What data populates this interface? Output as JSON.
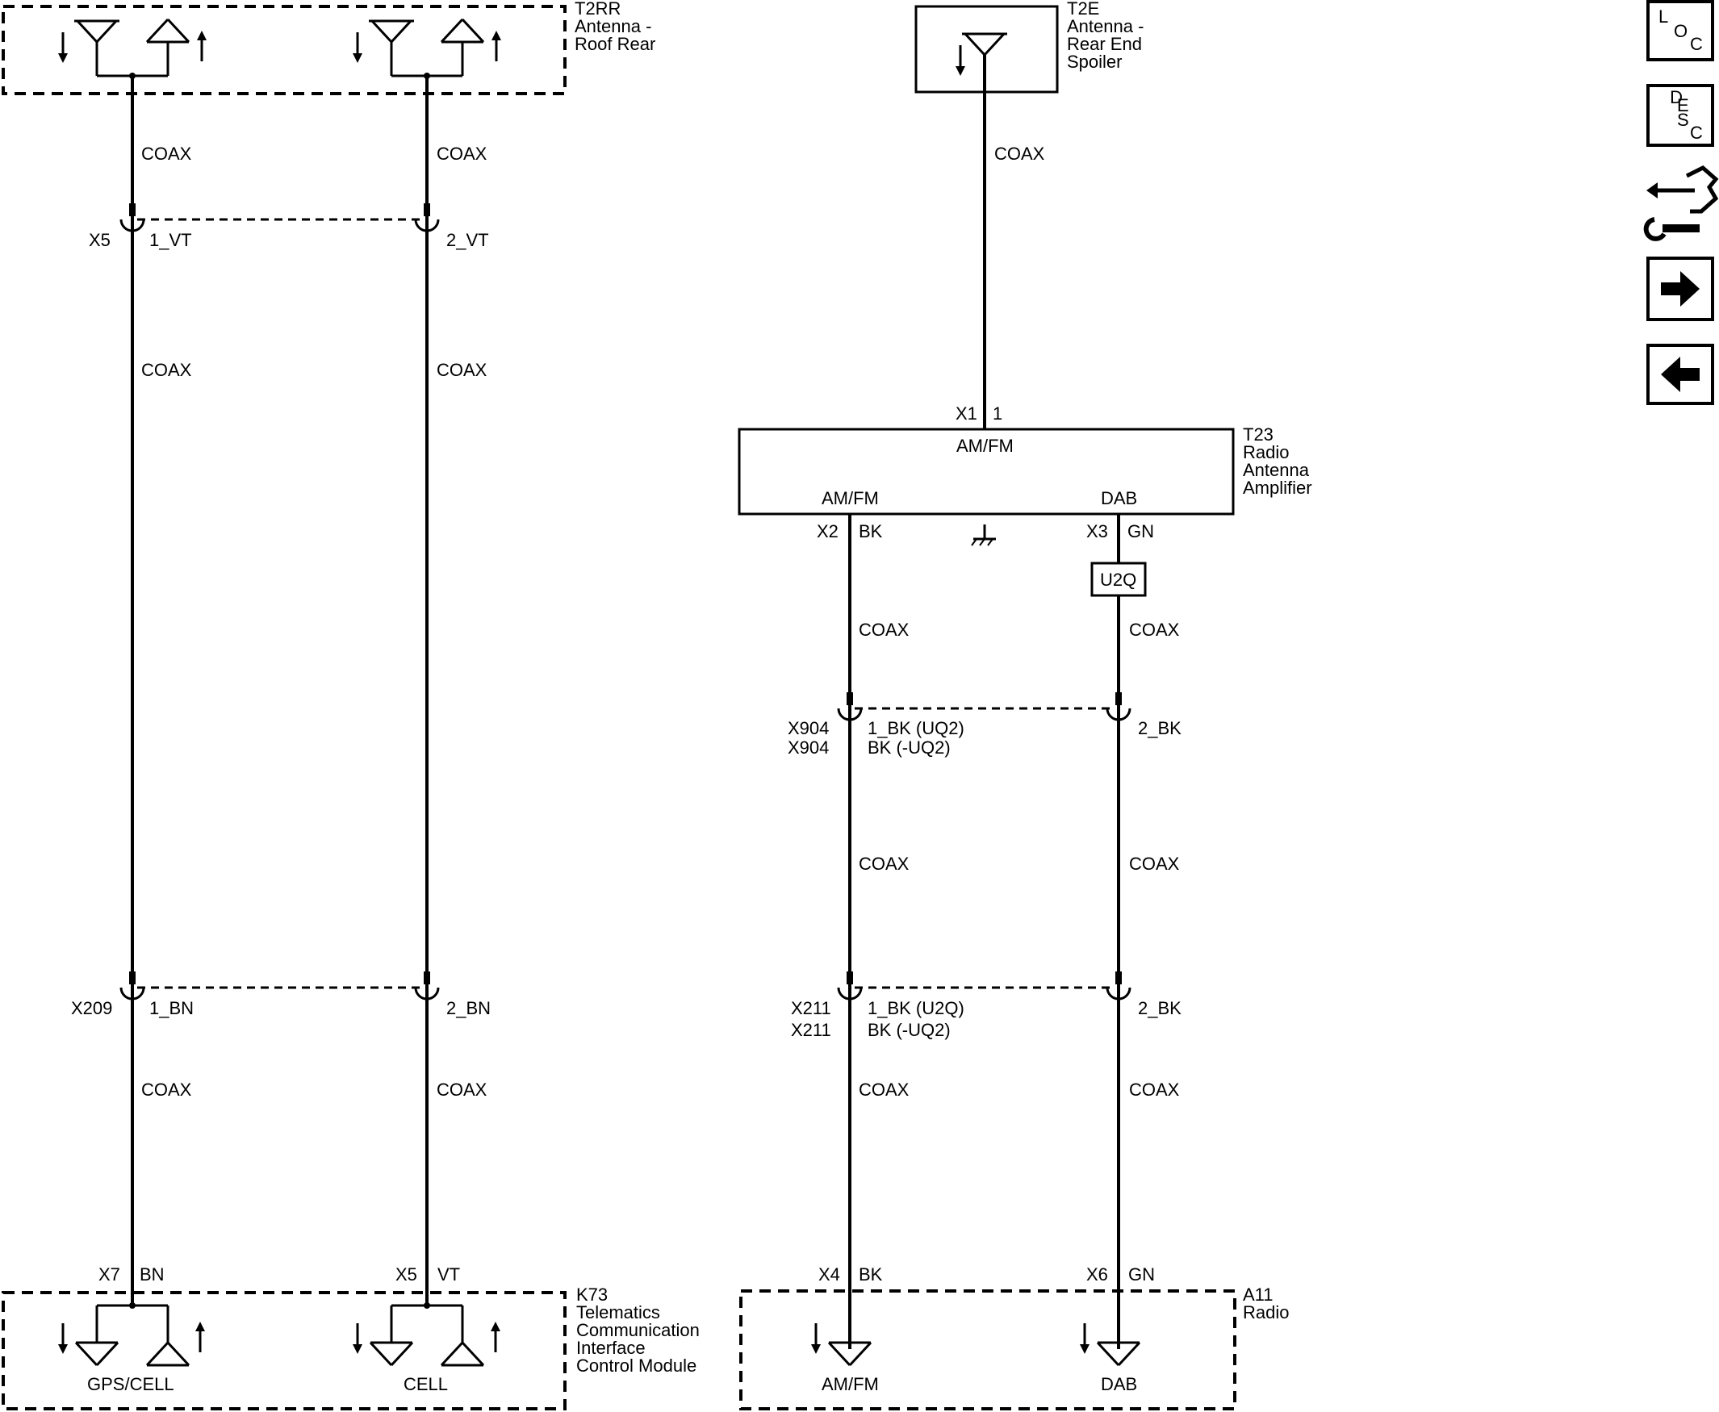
{
  "components": {
    "t2rr": {
      "ref": "T2RR",
      "line1": "Antenna -",
      "line2": "Roof Rear"
    },
    "t2e": {
      "ref": "T2E",
      "line1": "Antenna -",
      "line2": "Rear End",
      "line3": "Spoiler"
    },
    "t23": {
      "ref": "T23",
      "line1": "Radio",
      "line2": "Antenna",
      "line3": "Amplifier",
      "top_label": "AM/FM",
      "left_label": "AM/FM",
      "right_label": "DAB"
    },
    "k73": {
      "ref": "K73",
      "line1": "Telematics",
      "line2": "Communication",
      "line3": "Interface",
      "line4": "Control Module",
      "left_label": "GPS/CELL",
      "right_label": "CELL"
    },
    "a11": {
      "ref": "A11",
      "line1": "Radio",
      "left_label": "AM/FM",
      "right_label": "DAB"
    },
    "u2q": {
      "label": "U2Q"
    }
  },
  "wire_label": "COAX",
  "connectors": {
    "x5_top": {
      "name": "X5",
      "left_pin": "1_VT",
      "right_pin": "2_VT"
    },
    "x209": {
      "name": "X209",
      "left_pin": "1_BN",
      "right_pin": "2_BN"
    },
    "x1": {
      "name": "X1",
      "pin": "1"
    },
    "x2": {
      "name": "X2",
      "pin": "BK"
    },
    "x3": {
      "name": "X3",
      "pin": "GN"
    },
    "x904": {
      "name1": "X904",
      "name2": "X904",
      "left_pin1": "1_BK (UQ2)",
      "left_pin2": "BK (-UQ2)",
      "right_pin": "2_BK"
    },
    "x211": {
      "name1": "X211",
      "name2": "X211",
      "left_pin1": "1_BK (U2Q)",
      "left_pin2": "BK (-UQ2)",
      "right_pin": "2_BK"
    },
    "x7": {
      "name": "X7",
      "pin": "BN"
    },
    "x5_bottom": {
      "name": "X5",
      "pin": "VT"
    },
    "x4": {
      "name": "X4",
      "pin": "BK"
    },
    "x6": {
      "name": "X6",
      "pin": "GN"
    }
  },
  "nav": {
    "loc": {
      "l1": "L",
      "l2": "O",
      "l3": "C"
    },
    "desc": {
      "l1": "D",
      "l2": "E",
      "l3": "S",
      "l4": "C"
    },
    "icons": [
      "loc-button",
      "desc-button",
      "connector-tool-icon",
      "next-page-arrow",
      "previous-page-arrow"
    ]
  }
}
